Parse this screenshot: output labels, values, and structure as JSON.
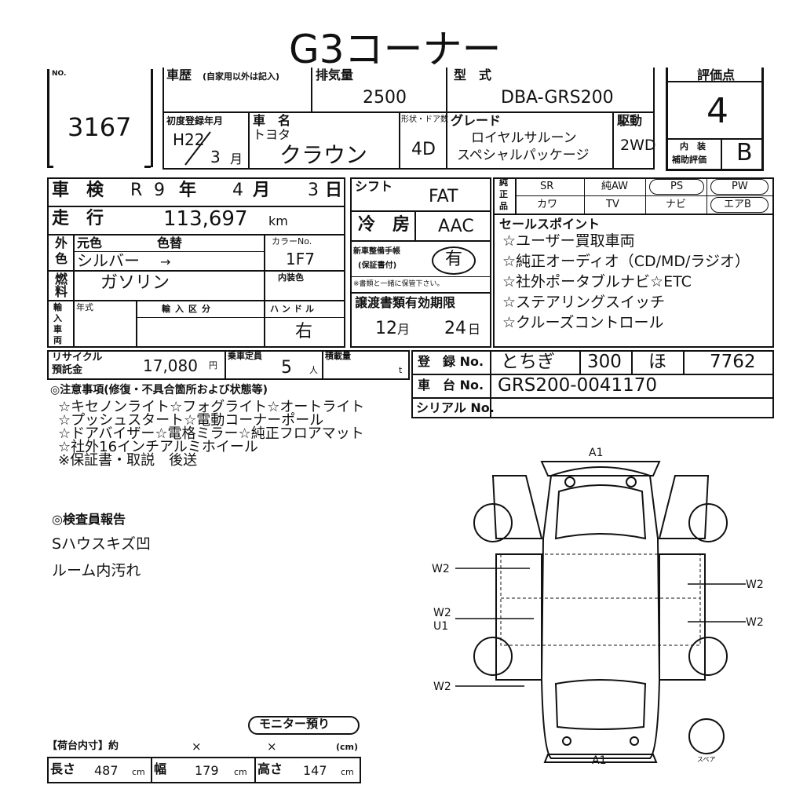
{
  "header": {
    "title": "G3コーナー"
  },
  "lot": {
    "no_label": "NO.",
    "number": "3167"
  },
  "history": {
    "label": "車歴",
    "note": "(自家用以外は記入)"
  },
  "displacement": {
    "label": "排気量",
    "value": "2500"
  },
  "model": {
    "label": "型　式",
    "value": "DBA-GRS200"
  },
  "score": {
    "label": "評価点",
    "value": "4",
    "interior_label_1": "内　装",
    "interior_label_2": "補助評価",
    "interior_value": "B"
  },
  "first_reg": {
    "label": "初度登録年月",
    "era": "H22",
    "month": "3",
    "month_unit": "月"
  },
  "car_name": {
    "label": "車　名",
    "maker": "トヨタ",
    "name": "クラウン"
  },
  "body": {
    "label": "形状・ドア数",
    "value": "4D"
  },
  "grade": {
    "label": "グレード",
    "line1": "ロイヤルサルーン",
    "line2": "スペシャルパッケージ"
  },
  "drive": {
    "label": "駆動",
    "value": "2WD"
  },
  "inspection": {
    "label": "車　検",
    "era": "R",
    "year": "9",
    "year_unit": "年",
    "month": "4",
    "month_unit": "月",
    "day": "3",
    "day_unit": "日"
  },
  "mileage": {
    "label": "走　行",
    "value": "113,697",
    "unit": "km"
  },
  "color": {
    "label_1": "外",
    "label_2": "色",
    "orig_label": "元色",
    "change_label": "色替",
    "orig_value": "シルバー",
    "arrow": "→",
    "code_label": "カラーNo.",
    "code_value": "1F7"
  },
  "fuel": {
    "label_1": "燃",
    "label_2": "料",
    "value": "ガソリン",
    "interior_color_label": "内装色"
  },
  "import": {
    "label_1": "輸",
    "label_2": "入",
    "label_3": "車",
    "label_4": "両",
    "year_label": "年式",
    "type_label": "輸入区分",
    "handle_label": "ハンドル",
    "handle_value": "右"
  },
  "shift": {
    "label": "シフト",
    "value": "FAT"
  },
  "aircon": {
    "label": "冷　房",
    "value": "AAC"
  },
  "maintenance": {
    "label_1": "新車整備手帳",
    "label_2": "(保証書付)",
    "value": "有",
    "note": "※書類と一緒に保管下さい。"
  },
  "equipment": {
    "label_1": "純",
    "label_2": "正",
    "label_3": "品",
    "row1": [
      "SR",
      "純AW",
      "PS",
      "PW"
    ],
    "row2": [
      "カワ",
      "TV",
      "ナビ",
      "エアB"
    ]
  },
  "sales_points": {
    "label": "セールスポイント",
    "items": [
      "☆ユーザー買取車両",
      "☆純正オーディオ（CD/MD/ラジオ）",
      "☆社外ポータブルナビ☆ETC",
      "☆ステアリングスイッチ",
      "☆クルーズコントロール"
    ]
  },
  "deadline": {
    "label": "譲渡書類有効期限",
    "month": "12",
    "month_unit": "月",
    "day": "24",
    "day_unit": "日"
  },
  "recycle": {
    "label_1": "リサイクル",
    "label_2": "預託金",
    "value": "17,080",
    "unit": "円"
  },
  "capacity": {
    "label": "乗車定員",
    "value": "5",
    "unit": "人"
  },
  "load": {
    "label": "積載量",
    "unit": "t"
  },
  "registration": {
    "label": "登　録 No.",
    "pref": "とちぎ",
    "class": "300",
    "kana": "ほ",
    "number": "7762"
  },
  "chassis": {
    "label": "車　台 No.",
    "value": "GRS200-0041170"
  },
  "serial": {
    "label": "シリアル No."
  },
  "notes": {
    "label": "◎注意事項(修復・不具合箇所および状態等)",
    "items": [
      "☆キセノンライト☆フォグライト☆オートライト",
      "☆プッシュスタート☆電動コーナーポール",
      "☆ドアバイザー☆電格ミラー☆純正フロアマット",
      "☆社外16インチアルミホイール",
      "※保証書・取説　後送"
    ]
  },
  "inspector": {
    "label": "◎検査員報告",
    "items": [
      "Sハウスキズ凹",
      "ルーム内汚れ"
    ]
  },
  "diagram": {
    "a1_top": "A1",
    "a1_bottom": "A1",
    "left_1": "W2",
    "left_2a": "W2",
    "left_2b": "U1",
    "left_3": "W2",
    "right_1": "W2",
    "right_2": "W2",
    "spare": "スペア"
  },
  "monitor": {
    "label": "モニター預り"
  },
  "cargo": {
    "label": "【荷台内寸】約",
    "x1": "×",
    "x2": "×",
    "unit": "(cm)"
  },
  "dims": {
    "length_label": "長さ",
    "length": "487",
    "width_label": "幅",
    "width": "179",
    "height_label": "高さ",
    "height": "147",
    "unit": "cm"
  }
}
